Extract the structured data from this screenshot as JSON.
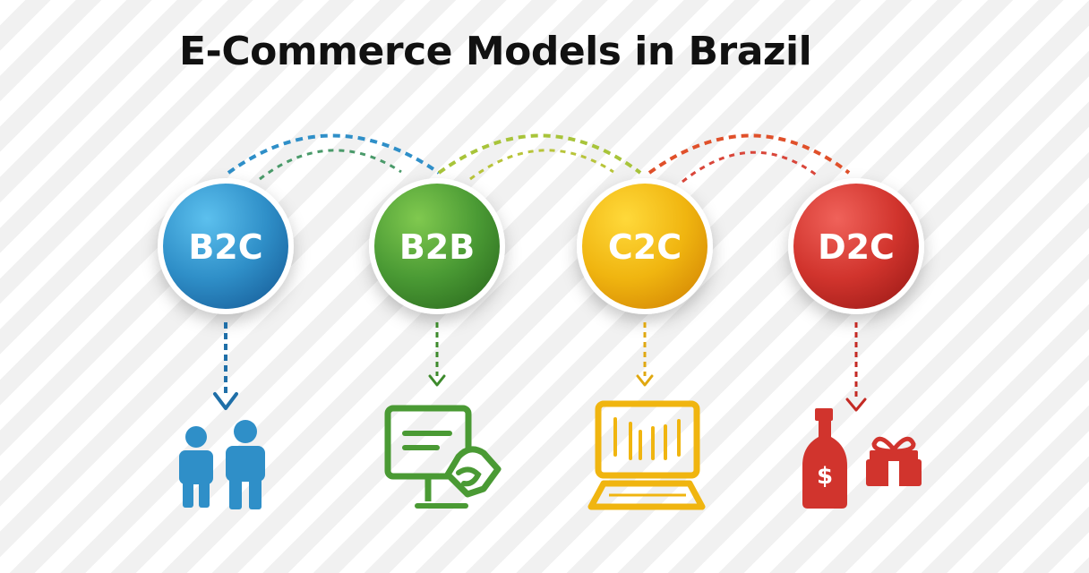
{
  "diagram": {
    "title": "E-Commerce Models in Brazil",
    "colors": {
      "blue": "#2f8fc8",
      "green": "#4a9a34",
      "yellow": "#f0b510",
      "red": "#d1342d"
    },
    "nodes": [
      {
        "id": "b2c",
        "label": "B2C",
        "color": "#2f8fc8",
        "icon": "people-icon"
      },
      {
        "id": "b2b",
        "label": "B2B",
        "color": "#4a9a34",
        "icon": "monitor-handshake-icon"
      },
      {
        "id": "c2c",
        "label": "C2C",
        "color": "#f0b510",
        "icon": "laptop-chart-icon"
      },
      {
        "id": "d2c",
        "label": "D2C",
        "color": "#d1342d",
        "icon": "bottle-gift-icon"
      }
    ],
    "connections": [
      {
        "from": "B2C",
        "to": "B2B",
        "color": "#2f8fc8"
      },
      {
        "from": "B2B",
        "to": "C2C",
        "color": "#a8c43a"
      },
      {
        "from": "C2C",
        "to": "D2C",
        "color": "#e0502a"
      }
    ],
    "bottle_symbol": "$"
  }
}
